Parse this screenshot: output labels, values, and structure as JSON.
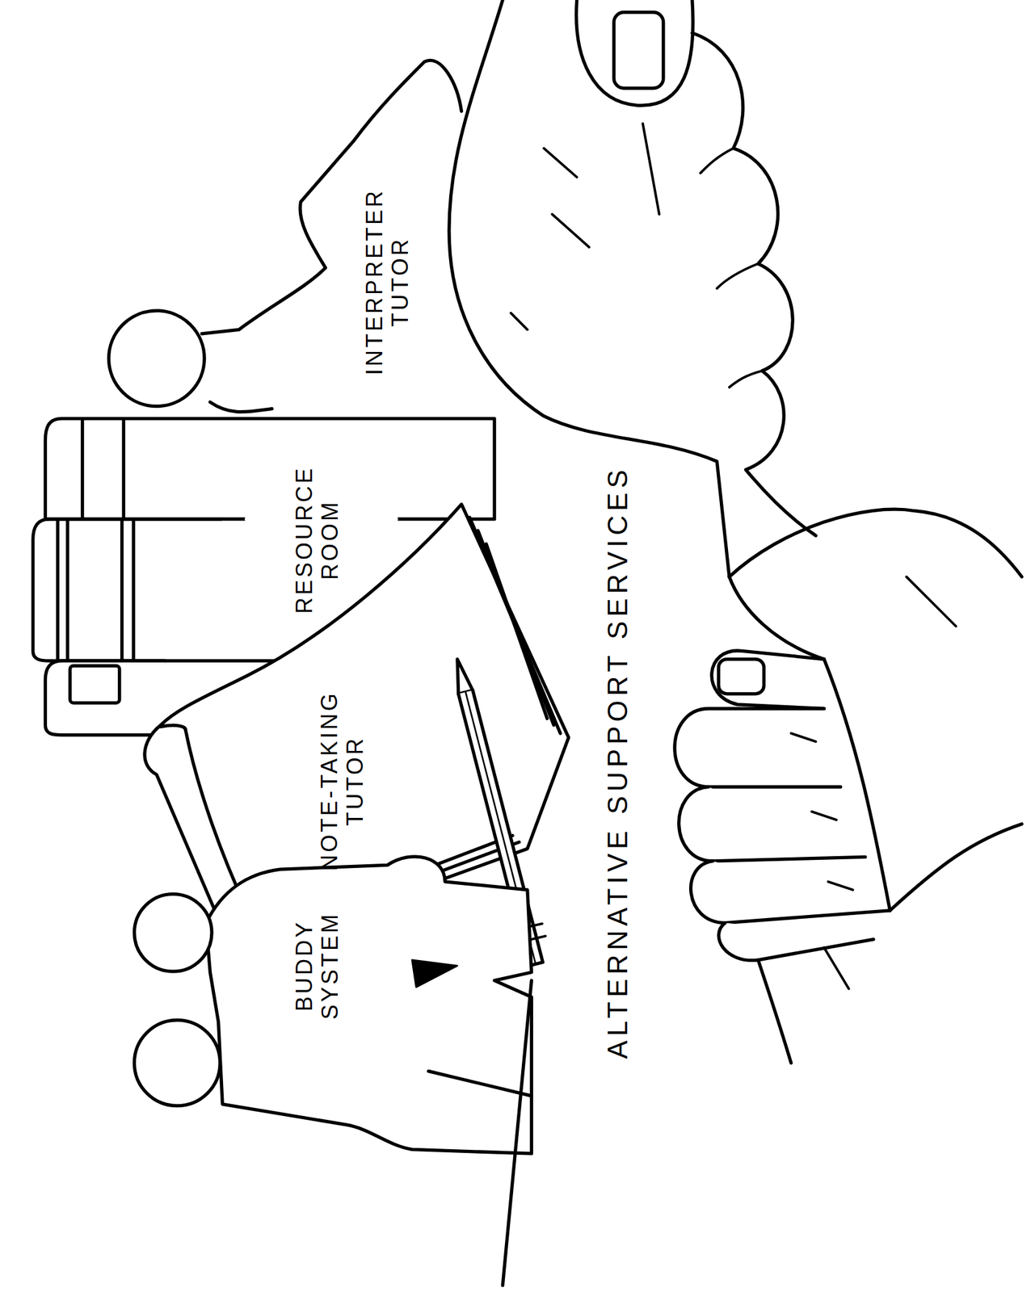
{
  "diagram": {
    "title": "ALTERNATIVE SUPPORT SERVICES",
    "labels": [
      "BUDDY SYSTEM",
      "NOTE-TAKING TUTOR",
      "RESOURCE ROOM",
      "INTERPRETER TUTOR"
    ]
  }
}
